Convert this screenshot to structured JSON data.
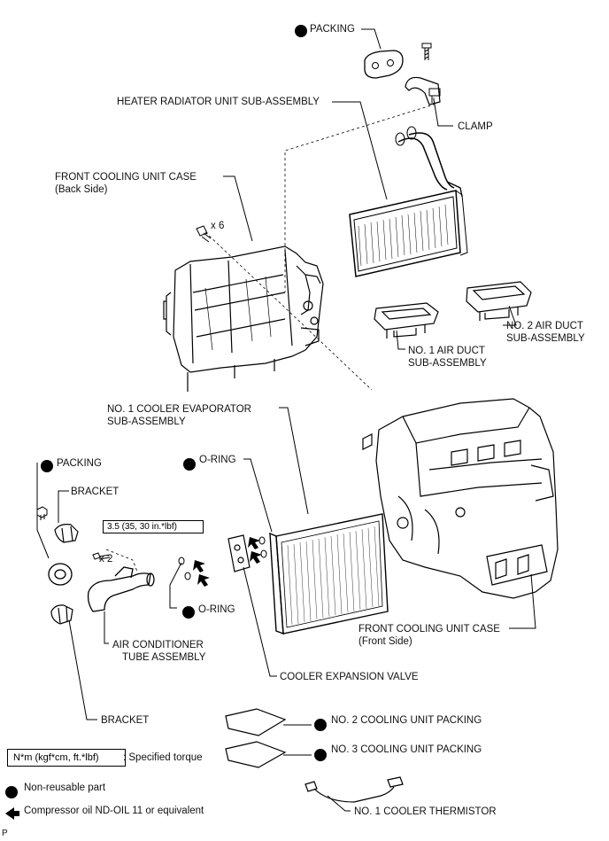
{
  "labels": {
    "packing_top": "PACKING",
    "heater_radiator": "HEATER RADIATOR UNIT SUB-ASSEMBLY",
    "clamp": "CLAMP",
    "front_case_back_1": "FRONT COOLING UNIT CASE",
    "front_case_back_2": "(Back Side)",
    "screw_count_6": "x 6",
    "no2_air_duct_1": "NO. 2 AIR DUCT",
    "no2_air_duct_2": "SUB-ASSEMBLY",
    "no1_air_duct_1": "NO. 1 AIR DUCT",
    "no1_air_duct_2": "SUB-ASSEMBLY",
    "evaporator_1": "NO. 1 COOLER EVAPORATOR",
    "evaporator_2": "SUB-ASSEMBLY",
    "packing_left": "PACKING",
    "bracket_top": "BRACKET",
    "oring_top": "O-RING",
    "torque_value": "3.5 (35, 30 in.*lbf)",
    "bolt_count_2": "x 2",
    "oring_bottom": "O-RING",
    "ac_tube_1": "AIR CONDITIONER",
    "ac_tube_2": "TUBE ASSEMBLY",
    "front_case_front_1": "FRONT COOLING UNIT CASE",
    "front_case_front_2": "(Front Side)",
    "expansion_valve": "COOLER EXPANSION VALVE",
    "bracket_bottom": "BRACKET",
    "no2_packing": "NO. 2 COOLING UNIT PACKING",
    "no3_packing": "NO. 3 COOLING UNIT PACKING",
    "thermistor": "NO. 1 COOLER THERMISTOR"
  },
  "legend": {
    "torque_unit": "N*m (kgf*cm, ft.*lbf)",
    "torque_desc": ": Specified torque",
    "non_reusable": "Non-reusable part",
    "compressor_oil": "Compressor oil ND-OIL 11 or equivalent"
  },
  "corner_mark": "P"
}
